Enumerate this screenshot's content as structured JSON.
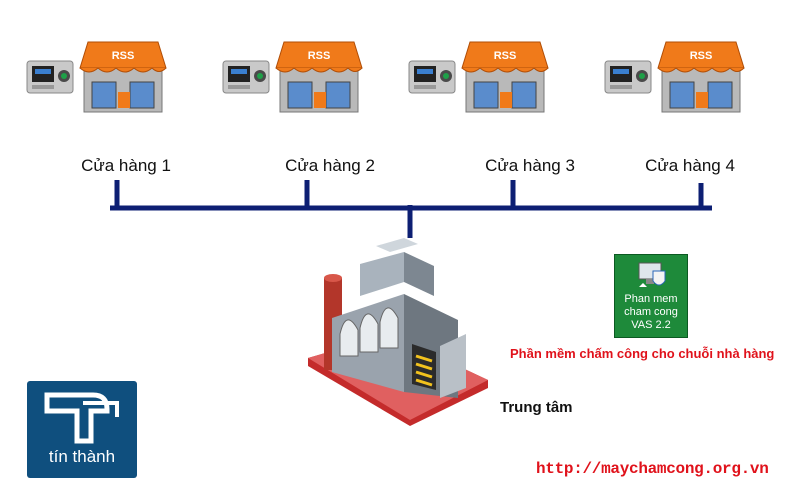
{
  "stores": [
    {
      "label": "Cửa hàng 1",
      "sign": "RSS"
    },
    {
      "label": "Cửa hàng 2",
      "sign": "RSS"
    },
    {
      "label": "Cửa hàng 3",
      "sign": "RSS"
    },
    {
      "label": "Cửa hàng 4",
      "sign": "RSS"
    }
  ],
  "central": {
    "label": "Trung tâm"
  },
  "software": {
    "icon_lines": [
      "Phan mem",
      "cham cong",
      "VAS 2.2"
    ],
    "caption": "Phần mềm chấm công cho chuỗi nhà hàng"
  },
  "logo": {
    "text": "tín thành"
  },
  "url": "http://maychamcong.org.vn",
  "colors": {
    "network_line": "#0d1f73",
    "awning": "#f07a1a",
    "accent_red": "#e0121b",
    "logo_bg": "#0f4f7e",
    "icon_bg": "#1e8a3a"
  }
}
